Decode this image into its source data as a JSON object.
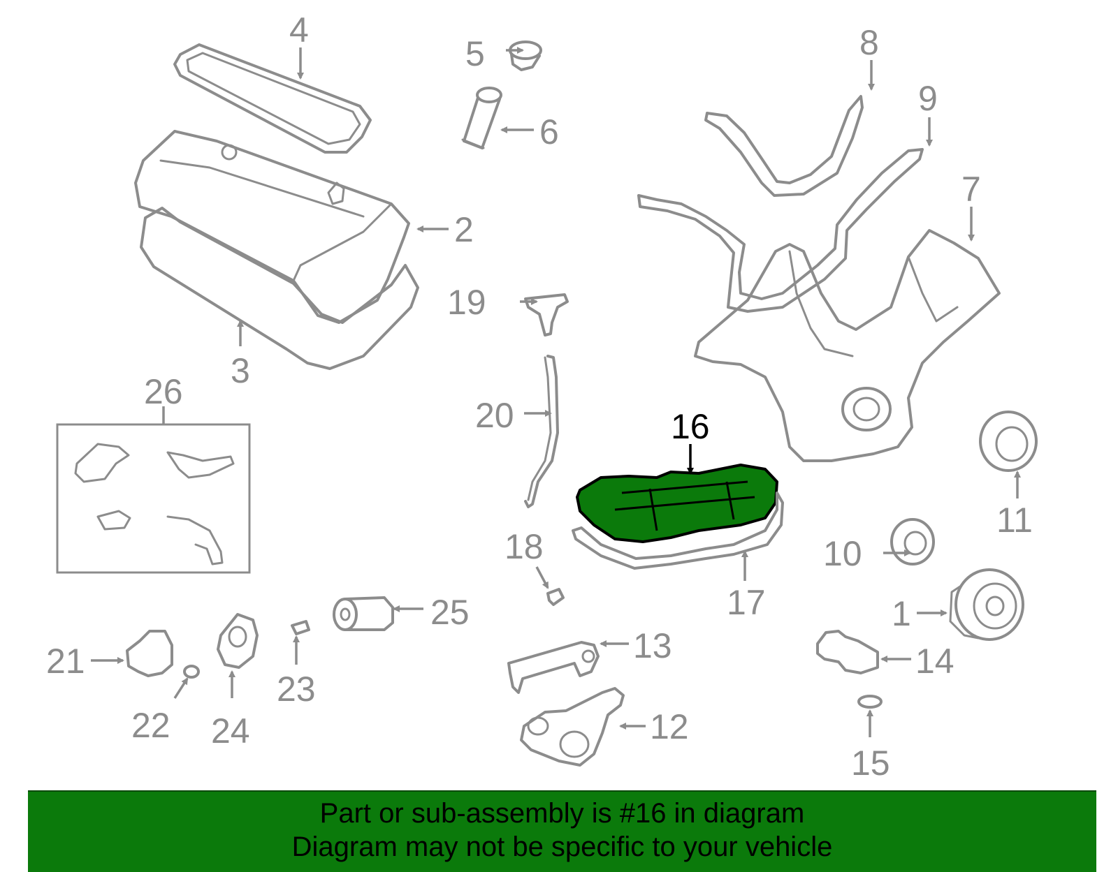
{
  "diagram": {
    "highlighted_part": "16",
    "colors": {
      "line_gray": "#8c8c8c",
      "highlight_fill": "#0b7a0b",
      "highlight_stroke": "#000000",
      "banner_background": "#0b7a0b"
    },
    "callouts": {
      "c1": "1",
      "c2": "2",
      "c3": "3",
      "c4": "4",
      "c5": "5",
      "c6": "6",
      "c7": "7",
      "c8": "8",
      "c9": "9",
      "c10": "10",
      "c11": "11",
      "c12": "12",
      "c13": "13",
      "c14": "14",
      "c15": "15",
      "c16": "16",
      "c17": "17",
      "c18": "18",
      "c19": "19",
      "c20": "20",
      "c21": "21",
      "c22": "22",
      "c23": "23",
      "c24": "24",
      "c25": "25",
      "c26": "26"
    }
  },
  "banner": {
    "line1": "Part or sub-assembly is #16 in diagram",
    "line2": "Diagram may not be specific to your vehicle"
  }
}
